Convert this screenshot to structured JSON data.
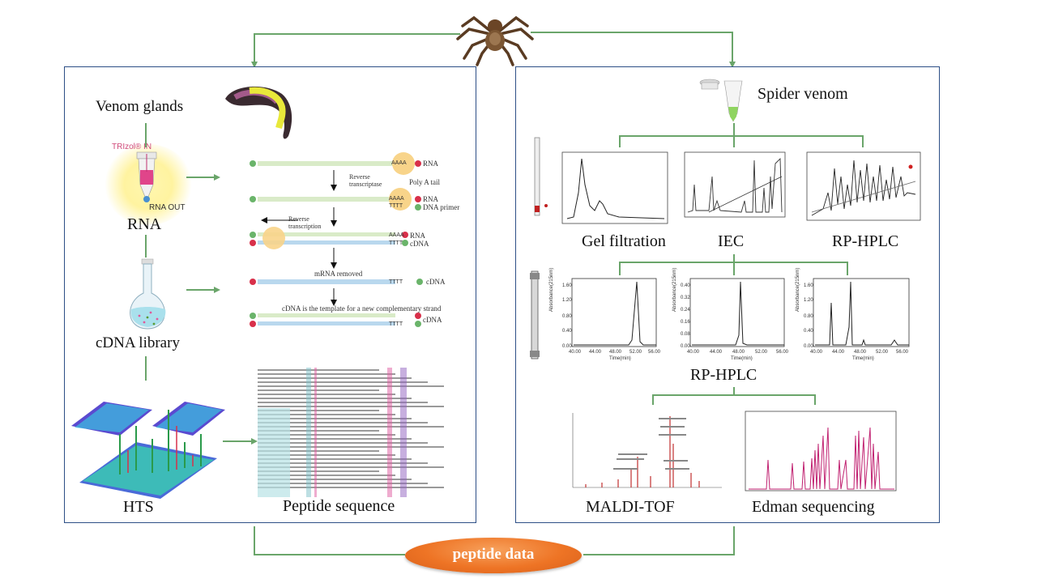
{
  "left": {
    "venom_glands": "Venom glands",
    "trizol_in": "TRIzol® IN",
    "rna_out": "RNA OUT",
    "rna": "RNA",
    "cdna_library": "cDNA library",
    "hts": "HTS",
    "peptide_sequence": "Peptide sequence",
    "cdna_diagram": {
      "poly_a": "AAAA",
      "poly_t": "TTTT",
      "rna": "RNA",
      "cdna": "cDNA",
      "dna_primer": "DNA primer",
      "reverse_transcriptase": "Reverse transcriptase",
      "poly_a_tail": "Poly A tail",
      "reverse_transcription": "Reverse transcription",
      "mrna_removed": "mRNA removed",
      "template_note": "cDNA is the template for a new complementary strand"
    }
  },
  "right": {
    "spider_venom": "Spider venom",
    "gel_filtration": "Gel filtration",
    "iec": "IEC",
    "rp_hplc_top": "RP-HPLC",
    "rp_hplc_mid": "RP-HPLC",
    "maldi_tof": "MALDI-TOF",
    "edman": "Edman sequencing",
    "chrom_axis": {
      "y_label": "Absorbance(215nm)",
      "x_label": "Time(min)",
      "x_ticks": [
        "40.00",
        "44.00",
        "48.00",
        "52.00",
        "56.00"
      ],
      "c1_y_ticks": [
        "1.60",
        "1.20",
        "0.80",
        "0.40",
        "0.00"
      ],
      "c2_y_ticks": [
        "0.40",
        "0.32",
        "0.24",
        "0.16",
        "0.08",
        "0.00"
      ],
      "c3_y_ticks": [
        "1.60",
        "1.20",
        "0.80",
        "0.40",
        "0.00"
      ]
    }
  },
  "bottom": {
    "peptide_data": "peptide data"
  },
  "colors": {
    "arrow": "#6aa56a",
    "panel_border": "#2d4f86",
    "pill": "#ee7425"
  },
  "icons": [
    "spider-icon",
    "tube-icon",
    "flask-icon",
    "venom-gland-icon",
    "column-icon"
  ]
}
